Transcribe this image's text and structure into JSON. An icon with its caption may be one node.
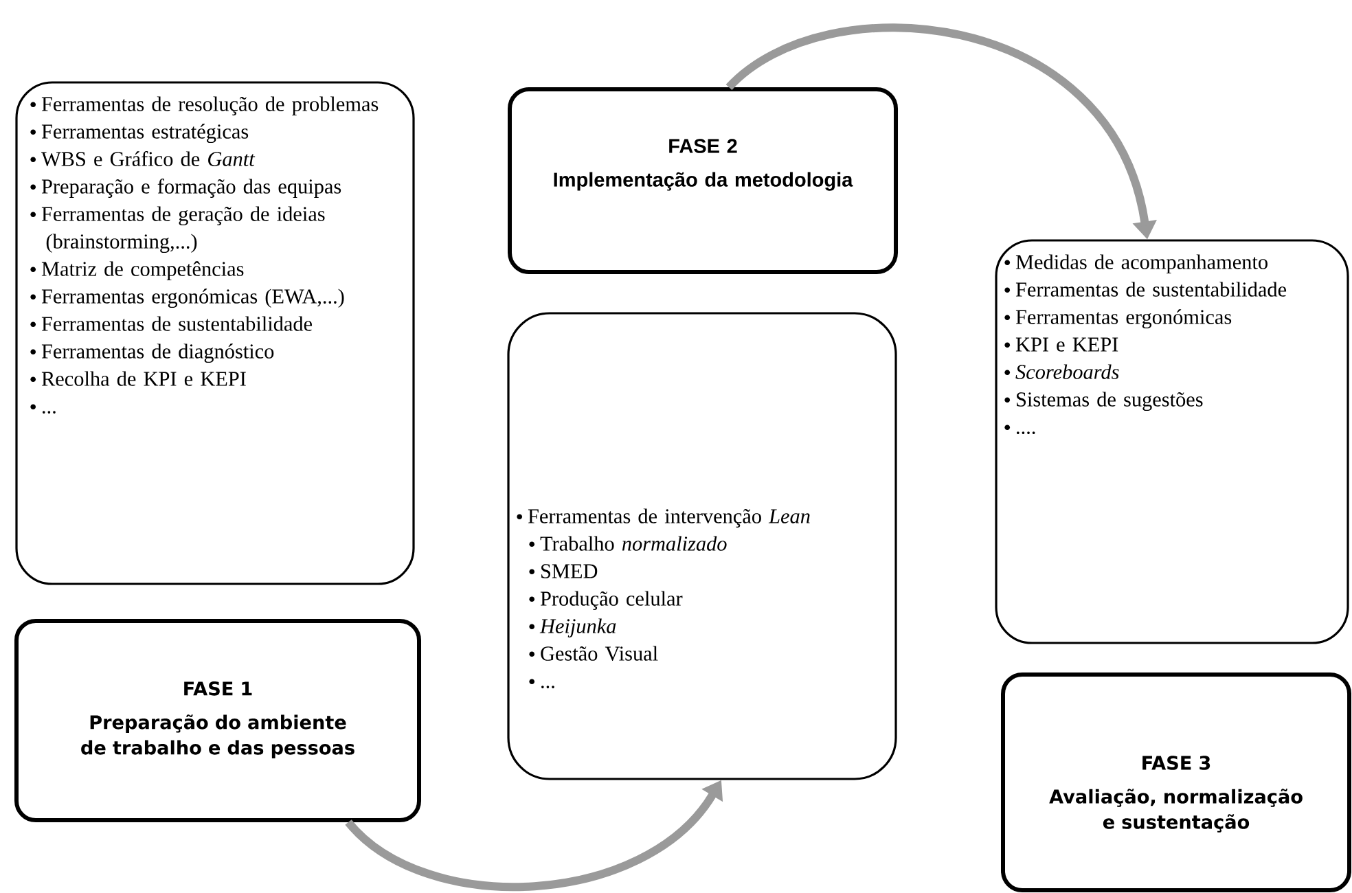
{
  "diagram": {
    "nodes": [
      {
        "text": [
          "Ferramentas de resolução de problemas",
          "Ferramentas estratégicas",
          "WBS e Gráfico de *Gantt*",
          "Preparação e formação das equipas",
          "Ferramentas de geração de ideias (brainstorming,...)",
          "Matriz de competências",
          "Ferramentas ergonómicas (EWA,...)",
          "Ferramentas de sustentabilidade",
          "Ferramentas de diagnóstico",
          "Recolha de KPI e KEPI",
          "..."
        ]
      },
      {
        "text": [
          "FASE 1",
          "Preparação do ambiente de trabalho e das pessoas"
        ]
      },
      {
        "text": [
          "FASE 2",
          "Implementação da metodologia"
        ]
      },
      {
        "text": [
          "Ferramentas de intervenção *Lean*",
          "Trabalho *normalizado*",
          "SMED",
          "Produção celular",
          "*Heijunka*",
          "Gestão Visual",
          "..."
        ]
      },
      {
        "text": [
          "Medidas de acompanhamento",
          "Ferramentas de sustentabilidade",
          "Ferramentas ergonómicas",
          "KPI e KEPI",
          "*Scoreboards*",
          "Sistemas de sugestões",
          "...."
        ]
      },
      {
        "text": [
          "FASE 3",
          "Avaliação, normalização e sustentação"
        ]
      }
    ],
    "edges": [
      {
        "from": 1,
        "to": 3,
        "arrow": "to"
      },
      {
        "from": 2,
        "to": 4,
        "arrow": "to"
      }
    ]
  }
}
